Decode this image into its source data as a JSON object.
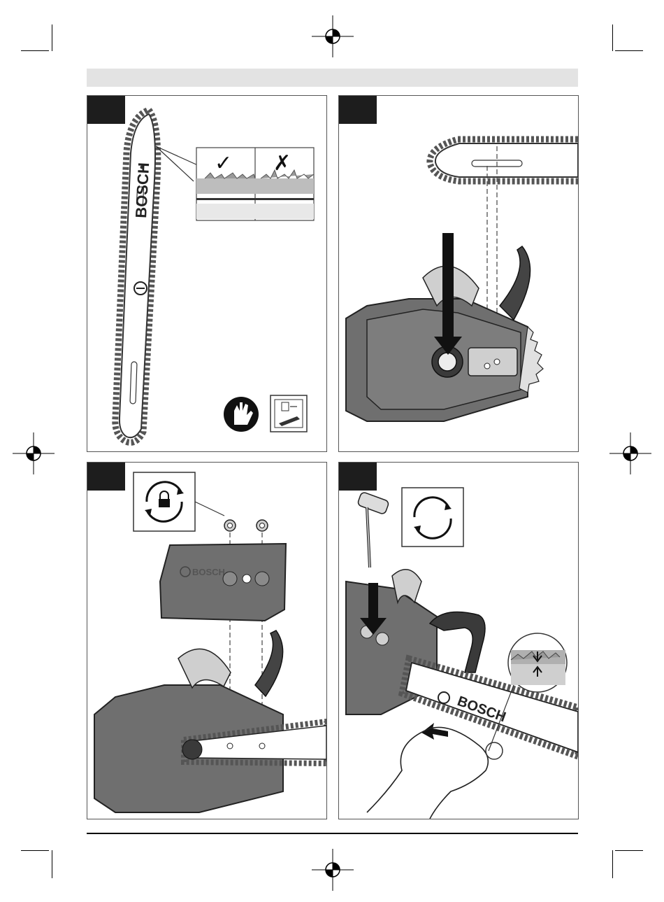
{
  "figures": [
    {
      "id": "panel-1",
      "bar_brand": "BOSCH",
      "ok_symbol": "✓",
      "not_ok_symbol": "✗",
      "icons": [
        "gloves-icon",
        "manual-icon"
      ]
    },
    {
      "id": "panel-2",
      "icons": [
        "down-arrow-icon"
      ]
    },
    {
      "id": "panel-3",
      "cover_brand": "BOSCH",
      "icons": [
        "lock-rotate-icon"
      ]
    },
    {
      "id": "panel-4",
      "bar_brand": "BOSCH",
      "icons": [
        "rotate-icon",
        "wrench-icon",
        "arrow-icon"
      ]
    }
  ],
  "colors": {
    "header": "#e3e3e3",
    "tab": "#1d1d1d",
    "body": "#6f6f6f",
    "plastic": "#cfcfcf"
  }
}
